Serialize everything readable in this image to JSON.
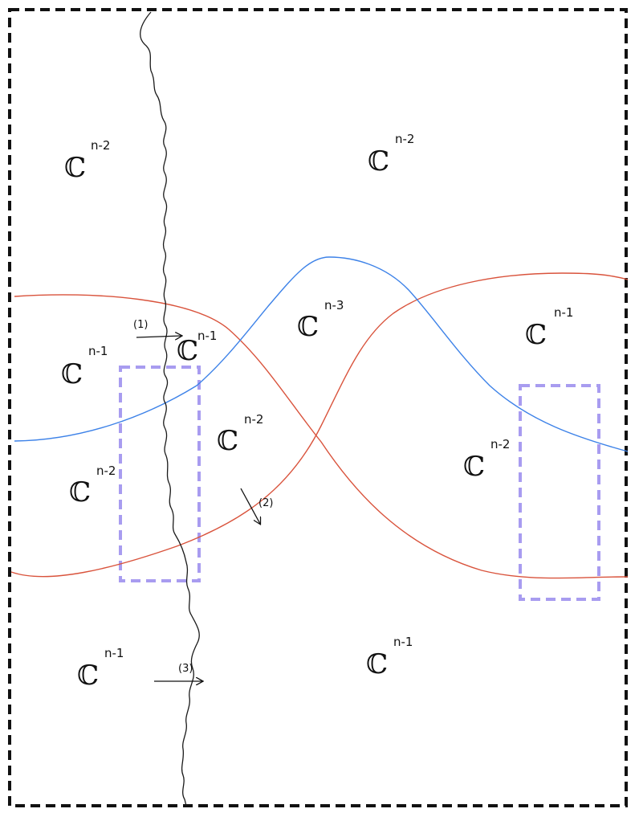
{
  "colors": {
    "frame": "#111111",
    "wavy_curve": "#1a1a1a",
    "red_curve": "#d9533c",
    "blue_curve": "#3d82e8",
    "highlight_box": "#a89cf0"
  },
  "regions": [
    {
      "id": "left-top",
      "symbol": "ℂ",
      "exponent": "n-2"
    },
    {
      "id": "center-top",
      "symbol": "ℂ",
      "exponent": "n-2"
    },
    {
      "id": "left-upper-mid",
      "symbol": "ℂ",
      "exponent": "n-1"
    },
    {
      "id": "mid-upper-mid",
      "symbol": "ℂ",
      "exponent": "n-1"
    },
    {
      "id": "center-mid",
      "symbol": "ℂ",
      "exponent": "n-3"
    },
    {
      "id": "right-upper-mid",
      "symbol": "ℂ",
      "exponent": "n-1"
    },
    {
      "id": "center-lower",
      "symbol": "ℂ",
      "exponent": "n-2"
    },
    {
      "id": "left-lower-mid",
      "symbol": "ℂ",
      "exponent": "n-2"
    },
    {
      "id": "right-mid",
      "symbol": "ℂ",
      "exponent": "n-2"
    },
    {
      "id": "left-bottom",
      "symbol": "ℂ",
      "exponent": "n-1"
    },
    {
      "id": "center-bottom",
      "symbol": "ℂ",
      "exponent": "n-1"
    }
  ],
  "arrows": [
    {
      "id": "arrow-1",
      "label": "(1)"
    },
    {
      "id": "arrow-2",
      "label": "(2)"
    },
    {
      "id": "arrow-3",
      "label": "(3)"
    }
  ]
}
